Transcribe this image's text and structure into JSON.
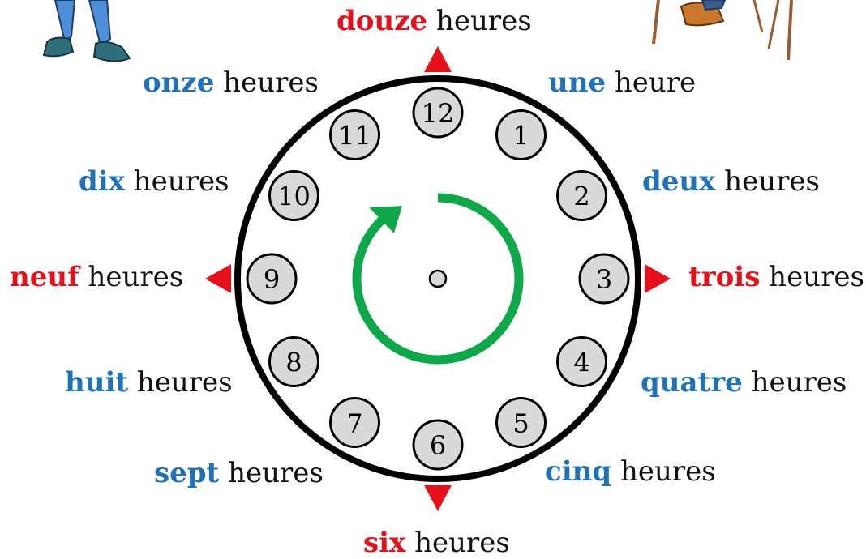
{
  "colors": {
    "quarter_hour": "#e5101a",
    "other_hour": "#1f72b8",
    "arrow": "#0ea84a",
    "marker": "#e5101a"
  },
  "dial_numbers": [
    "12",
    "1",
    "2",
    "3",
    "4",
    "5",
    "6",
    "7",
    "8",
    "9",
    "10",
    "11"
  ],
  "hour_labels": [
    {
      "word": "douze",
      "suffix": "heures",
      "emphasis": "quarter"
    },
    {
      "word": "une",
      "suffix": "heure",
      "emphasis": "other"
    },
    {
      "word": "deux",
      "suffix": "heures",
      "emphasis": "other"
    },
    {
      "word": "trois",
      "suffix": "heures",
      "emphasis": "quarter"
    },
    {
      "word": "quatre",
      "suffix": "heures",
      "emphasis": "other"
    },
    {
      "word": "cinq",
      "suffix": "heures",
      "emphasis": "other"
    },
    {
      "word": "six",
      "suffix": "heures",
      "emphasis": "quarter"
    },
    {
      "word": "sept",
      "suffix": "heures",
      "emphasis": "other"
    },
    {
      "word": "huit",
      "suffix": "heures",
      "emphasis": "other"
    },
    {
      "word": "neuf",
      "suffix": "heures",
      "emphasis": "quarter"
    },
    {
      "word": "dix",
      "suffix": "heures",
      "emphasis": "other"
    },
    {
      "word": "onze",
      "suffix": "heures",
      "emphasis": "other"
    }
  ],
  "illustrations": [
    "walking-person-legs",
    "person-on-chair-legs"
  ]
}
